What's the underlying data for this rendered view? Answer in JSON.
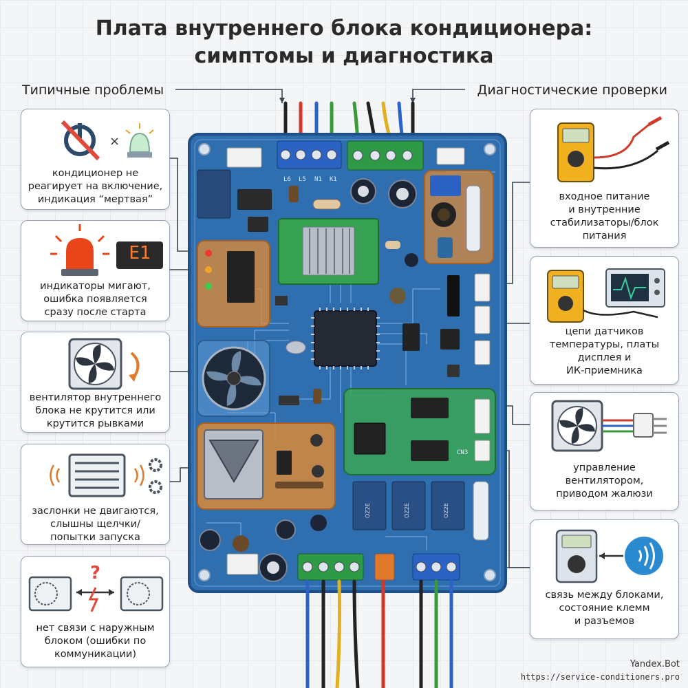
{
  "title_line1": "Плата внутреннего блока кондиционера:",
  "title_line2": "симптомы и диагностика",
  "left_header": "Типичные проблемы",
  "right_header": "Диагностические проверки",
  "problems": [
    {
      "icon": "power-off-icon",
      "lines": [
        "кондиционер не",
        "реагирует на включение,",
        "индикация “мертвая”"
      ]
    },
    {
      "icon": "warning-light-icon",
      "code": "E1",
      "lines": [
        "индикаторы мигают,",
        "ошибка появляется",
        "сразу после старта"
      ]
    },
    {
      "icon": "fan-icon",
      "lines": [
        "вентилятор внутреннего",
        "блока не крутится или",
        "крутится рывками"
      ]
    },
    {
      "icon": "louver-icon",
      "lines": [
        "заслонки не двигаются,",
        "слышны щелчки/",
        "попытки запуска"
      ]
    },
    {
      "icon": "outdoor-unit-icon",
      "lines": [
        "нет связи с наружным",
        "блоком (ошибки по",
        "коммуникации)"
      ]
    }
  ],
  "checks": [
    {
      "icon": "multimeter-icon",
      "lines": [
        "входное питание",
        "и внутренние",
        "стабилизаторы/блок",
        "питания"
      ]
    },
    {
      "icon": "oscilloscope-icon",
      "lines": [
        "цепи датчиков",
        "температуры, платы",
        "дисплея и",
        "ИК-приемника"
      ]
    },
    {
      "icon": "fan-connector-icon",
      "lines": [
        "управление",
        "вентилятором,",
        "приводом жалюзи"
      ]
    },
    {
      "icon": "signal-tester-icon",
      "lines": [
        "связь между блоками,",
        "состояние клемм",
        "и разъемов"
      ]
    }
  ],
  "board_labels": {
    "terminal_marks": [
      "L6",
      "L5",
      "N1",
      "K1"
    ],
    "relay_text": "ОZ2Е",
    "conn_text": "CN3"
  },
  "footer_brand": "Yandex.Bot",
  "footer_url": "https://service-conditioners.pro",
  "colors": {
    "board": "#2f6fb0",
    "orange_zone": "#d9893a",
    "green_zone": "#3aa655",
    "card_border": "#9aa4b2"
  }
}
